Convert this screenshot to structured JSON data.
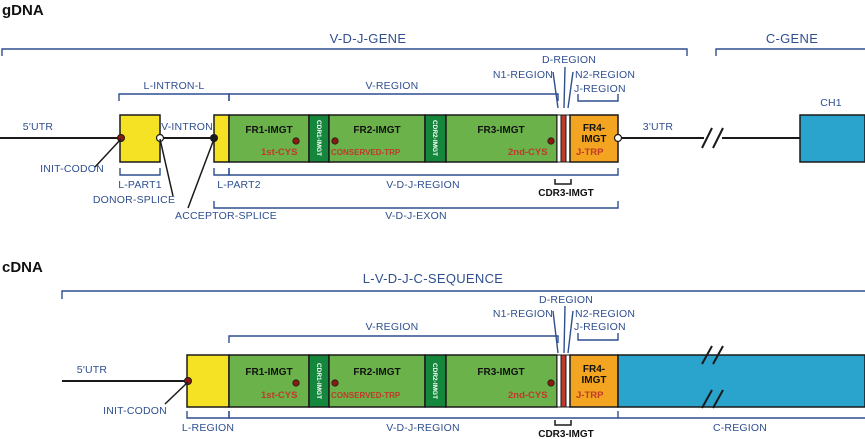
{
  "gdna": {
    "title": "gDNA",
    "vdj_gene": "V-D-J-GENE",
    "c_gene": "C-GENE",
    "l_intron_l": "L-INTRON-L",
    "v_region": "V-REGION",
    "d_region": "D-REGION",
    "n1_region": "N1-REGION",
    "n2_region": "N2-REGION",
    "j_region": "J-REGION",
    "utr5": "5'UTR",
    "utr3": "3'UTR",
    "v_intron": "V-INTRON",
    "ch1": "CH1",
    "fr1": "FR1-IMGT",
    "cdr1": "CDR1-IMGT",
    "fr2": "FR2-IMGT",
    "cdr2": "CDR2-IMGT",
    "fr3": "FR3-IMGT",
    "fr4": "FR4-IMGT",
    "cys1": "1st-CYS",
    "trp": "CONSERVED-TRP",
    "cys2": "2nd-CYS",
    "jtrp": "J-TRP",
    "init_codon": "INIT-CODON",
    "l_part1": "L-PART1",
    "donor_splice": "DONOR-SPLICE",
    "acceptor_splice": "ACCEPTOR-SPLICE",
    "l_part2": "L-PART2",
    "vdj_region": "V-D-J-REGION",
    "cdr3": "CDR3-IMGT",
    "vdj_exon": "V-D-J-EXON"
  },
  "cdna": {
    "title": "cDNA",
    "lvdjc": "L-V-D-J-C-SEQUENCE",
    "v_region": "V-REGION",
    "d_region": "D-REGION",
    "n1_region": "N1-REGION",
    "n2_region": "N2-REGION",
    "j_region": "J-REGION",
    "utr5": "5'UTR",
    "fr1": "FR1-IMGT",
    "cdr1": "CDR1-IMGT",
    "fr2": "FR2-IMGT",
    "cdr2": "CDR2-IMGT",
    "fr3": "FR3-IMGT",
    "fr4": "FR4-IMGT",
    "cys1": "1st-CYS",
    "trp": "CONSERVED-TRP",
    "cys2": "2nd-CYS",
    "jtrp": "J-TRP",
    "init_codon": "INIT-CODON",
    "l_region": "L-REGION",
    "vdj_region": "V-D-J-REGION",
    "c_region": "C-REGION",
    "cdr3": "CDR3-IMGT"
  },
  "colors": {
    "leader": "#f5e224",
    "framework": "#6bb24a",
    "cdr": "#15873c",
    "fr4": "#f3a521",
    "constant": "#2aa3cd",
    "label_blue": "#2f4f8f",
    "motif_red": "#c0392b"
  }
}
